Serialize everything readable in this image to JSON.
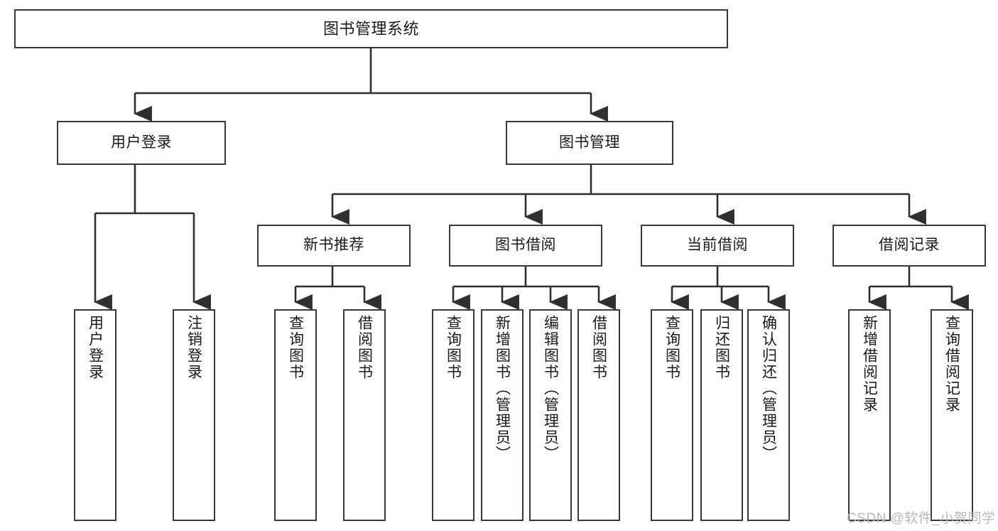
{
  "diagram": {
    "type": "hierarchy-tree",
    "title": "图书管理系统",
    "root": {
      "label": "图书管理系统"
    },
    "level2": [
      {
        "label": "用户登录"
      },
      {
        "label": "图书管理"
      }
    ],
    "level3": [
      {
        "label": "新书推荐"
      },
      {
        "label": "图书借阅"
      },
      {
        "label": "当前借阅"
      },
      {
        "label": "借阅记录"
      }
    ],
    "leaves": {
      "user_login": [
        {
          "label": "用户登录"
        },
        {
          "label": "注销登录"
        }
      ],
      "new_book_recommend": [
        {
          "label": "查询图书"
        },
        {
          "label": "借阅图书"
        }
      ],
      "book_borrow": [
        {
          "label": "查询图书"
        },
        {
          "label": "新增图书（管理员）"
        },
        {
          "label": "编辑图书（管理员）"
        },
        {
          "label": "借阅图书"
        }
      ],
      "current_borrow": [
        {
          "label": "查询图书"
        },
        {
          "label": "归还图书"
        },
        {
          "label": "确认归还（管理员）"
        }
      ],
      "borrow_record": [
        {
          "label": "新增借阅记录"
        },
        {
          "label": "查询借阅记录"
        }
      ]
    }
  },
  "watermark": {
    "text": "CSDN @软件_小贺同学"
  },
  "colors": {
    "box_border": "#3a3a3a",
    "box_fill": "#ffffff",
    "line": "#2f2f2f",
    "text": "#1a1a1a",
    "watermark": "#b9b9b9",
    "background": "#ffffff"
  }
}
